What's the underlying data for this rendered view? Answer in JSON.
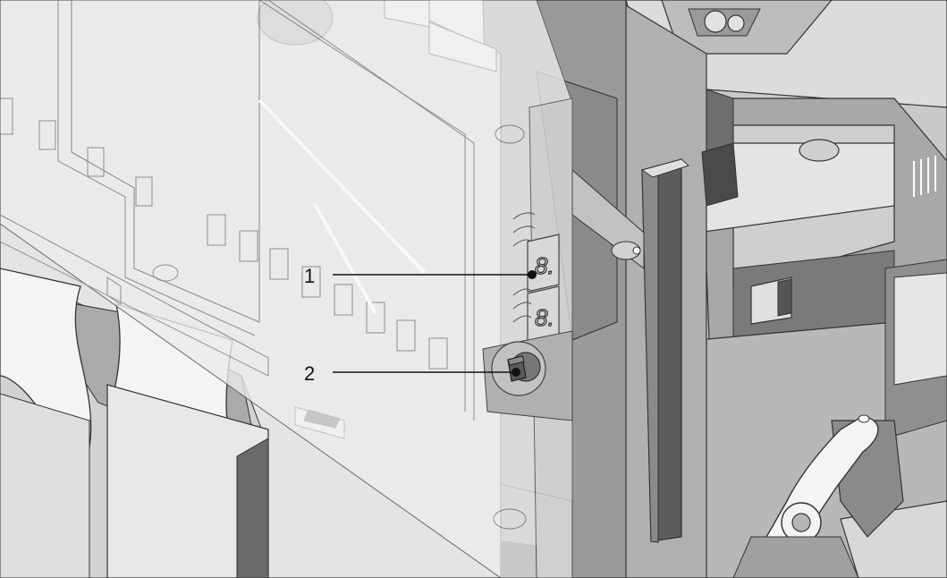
{
  "colors": {
    "background": "#ffffff",
    "chassis_light": "#d6d6d6",
    "chassis_mid": "#b4b4b4",
    "chassis_dark": "#8e8e8e",
    "board_overlay": "#ededed",
    "line": "#333333",
    "leader": "#111111"
  },
  "callouts": [
    {
      "id": "1",
      "label": "1",
      "target": "seven-segment-display"
    },
    {
      "id": "2",
      "label": "2",
      "target": "push-button"
    }
  ],
  "display": {
    "digits": [
      "8.",
      "8."
    ]
  },
  "icons": [
    "seven-segment-display-icon",
    "push-button-icon",
    "latch-lever-icon"
  ]
}
